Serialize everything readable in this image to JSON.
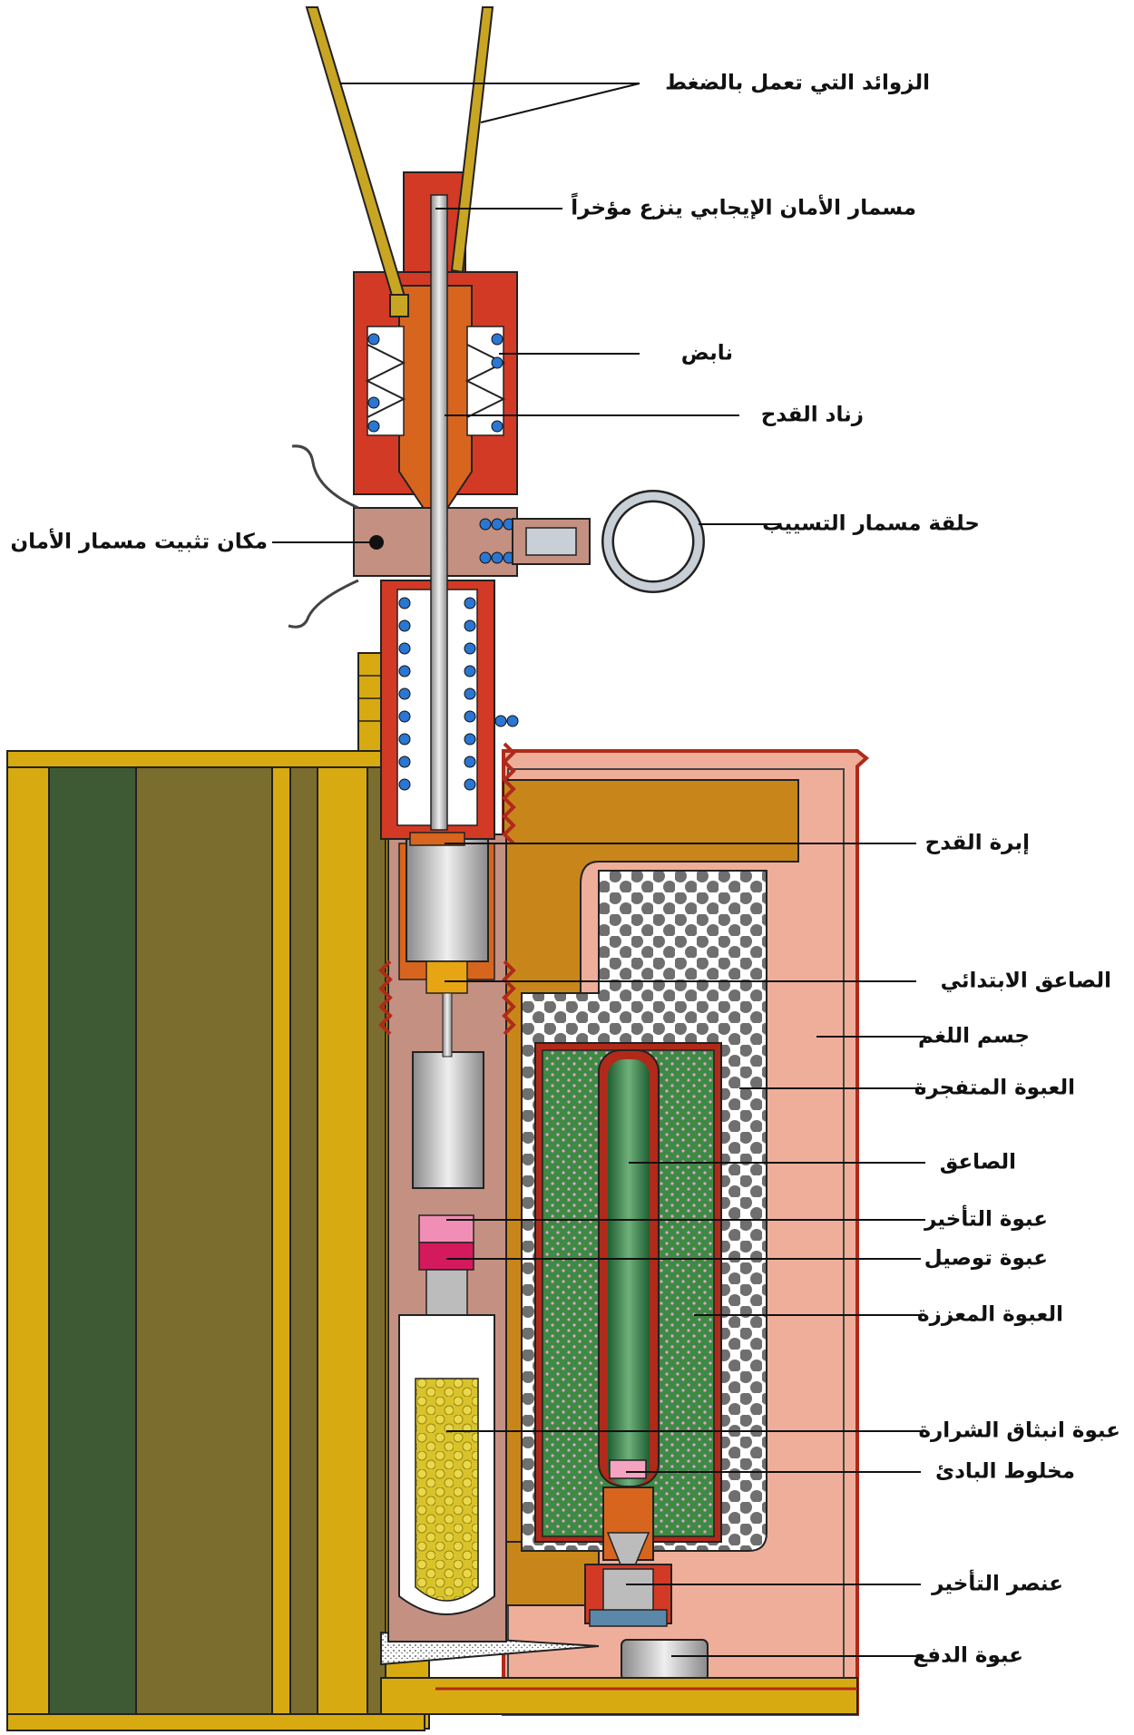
{
  "labels": {
    "pressure_prongs": "الزوائد التي تعمل بالضغط",
    "positive_safety_pin": "مسمار الأمان الإيجابي  ينزع مؤخراً",
    "spring": "نابض",
    "striker": "زناد القدح",
    "safety_pin_location": "مكان تثبيت مسمار الأمان",
    "trip_pin_ring": "حلقة مسمار التسييب",
    "firing_pin": "إبرة القدح",
    "primer": "الصاعق الابتدائي",
    "mine_body": "جسم اللغم",
    "explosive_charge": "العبوة المتفجرة",
    "detonator": "الصاعق",
    "delay_charge": "عبوة التأخير",
    "relay_charge": "عبوة توصيل",
    "booster_charge": "العبوة المعززة",
    "flash_charge": "عبوة انبثاق الشرارة",
    "igniter_mix": "مخلوط البادئ",
    "delay_element": "عنصر التأخير",
    "propellant_charge": "عبوة الدفع"
  },
  "colors": {
    "fuze_red": "#d23a26",
    "fuze_orange": "#d8651e",
    "housing_olive": "#7a6d2e",
    "housing_yellow": "#d8aa12",
    "housing_green": "#3e5a34",
    "inner_case_ochre": "#c8861a",
    "mine_body_pink": "#efae9a",
    "explosive_grey": "#6f6f6f",
    "booster_green": "#3d8a45",
    "delay_pink": "#e0507a",
    "flash_yellow": "#d8c42a",
    "steel_grey": "#bcbcbc",
    "safety_ring": "#c9cfd6"
  }
}
